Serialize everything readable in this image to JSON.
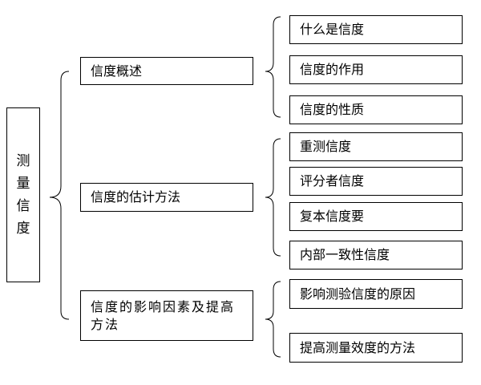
{
  "diagram": {
    "root": "测量信度",
    "branches": [
      {
        "label": "信度概述",
        "children": [
          "什么是信度",
          "信度的作用",
          "信度的性质"
        ]
      },
      {
        "label": "信度的估计方法",
        "children": [
          "重测信度",
          "评分者信度",
          "复本信度要",
          "内部一致性信度"
        ]
      },
      {
        "label": "信度的影响因素及提高方法",
        "children": [
          "影响测验信度的原因",
          "提高测量效度的方法"
        ]
      }
    ]
  }
}
